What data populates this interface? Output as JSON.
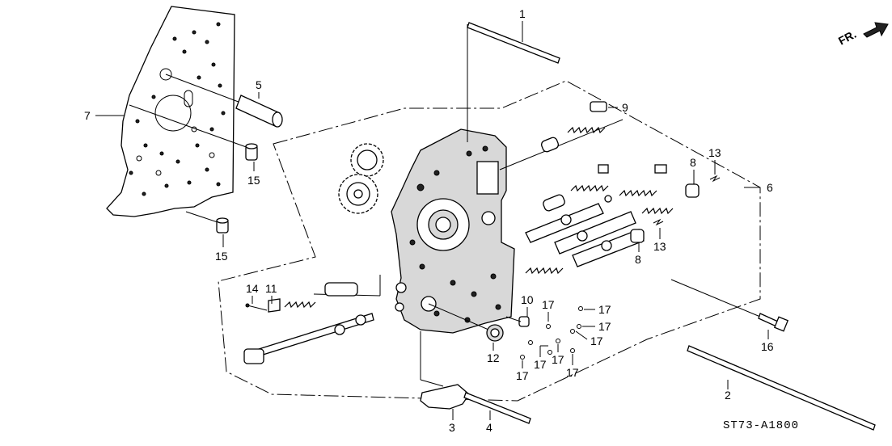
{
  "callouts": [
    {
      "id": "c1",
      "text": "1"
    },
    {
      "id": "c2",
      "text": "2"
    },
    {
      "id": "c3",
      "text": "3"
    },
    {
      "id": "c4",
      "text": "4"
    },
    {
      "id": "c5",
      "text": "5"
    },
    {
      "id": "c6",
      "text": "6"
    },
    {
      "id": "c7",
      "text": "7"
    },
    {
      "id": "c8a",
      "text": "8"
    },
    {
      "id": "c8b",
      "text": "8"
    },
    {
      "id": "c9",
      "text": "9"
    },
    {
      "id": "c10",
      "text": "10"
    },
    {
      "id": "c11",
      "text": "11"
    },
    {
      "id": "c12",
      "text": "12"
    },
    {
      "id": "c13a",
      "text": "13"
    },
    {
      "id": "c13b",
      "text": "13"
    },
    {
      "id": "c14",
      "text": "14"
    },
    {
      "id": "c15a",
      "text": "15"
    },
    {
      "id": "c15b",
      "text": "15"
    },
    {
      "id": "c16",
      "text": "16"
    },
    {
      "id": "c17a",
      "text": "17"
    },
    {
      "id": "c17b",
      "text": "17"
    },
    {
      "id": "c17c",
      "text": "17"
    },
    {
      "id": "c17d",
      "text": "17"
    },
    {
      "id": "c17e",
      "text": "17"
    },
    {
      "id": "c17f",
      "text": "17"
    },
    {
      "id": "c17g",
      "text": "17"
    },
    {
      "id": "c17h",
      "text": "17"
    }
  ],
  "direction_label": "FR.",
  "diagram_code": "ST73-A1800",
  "direction_icon": "arrow-icon"
}
